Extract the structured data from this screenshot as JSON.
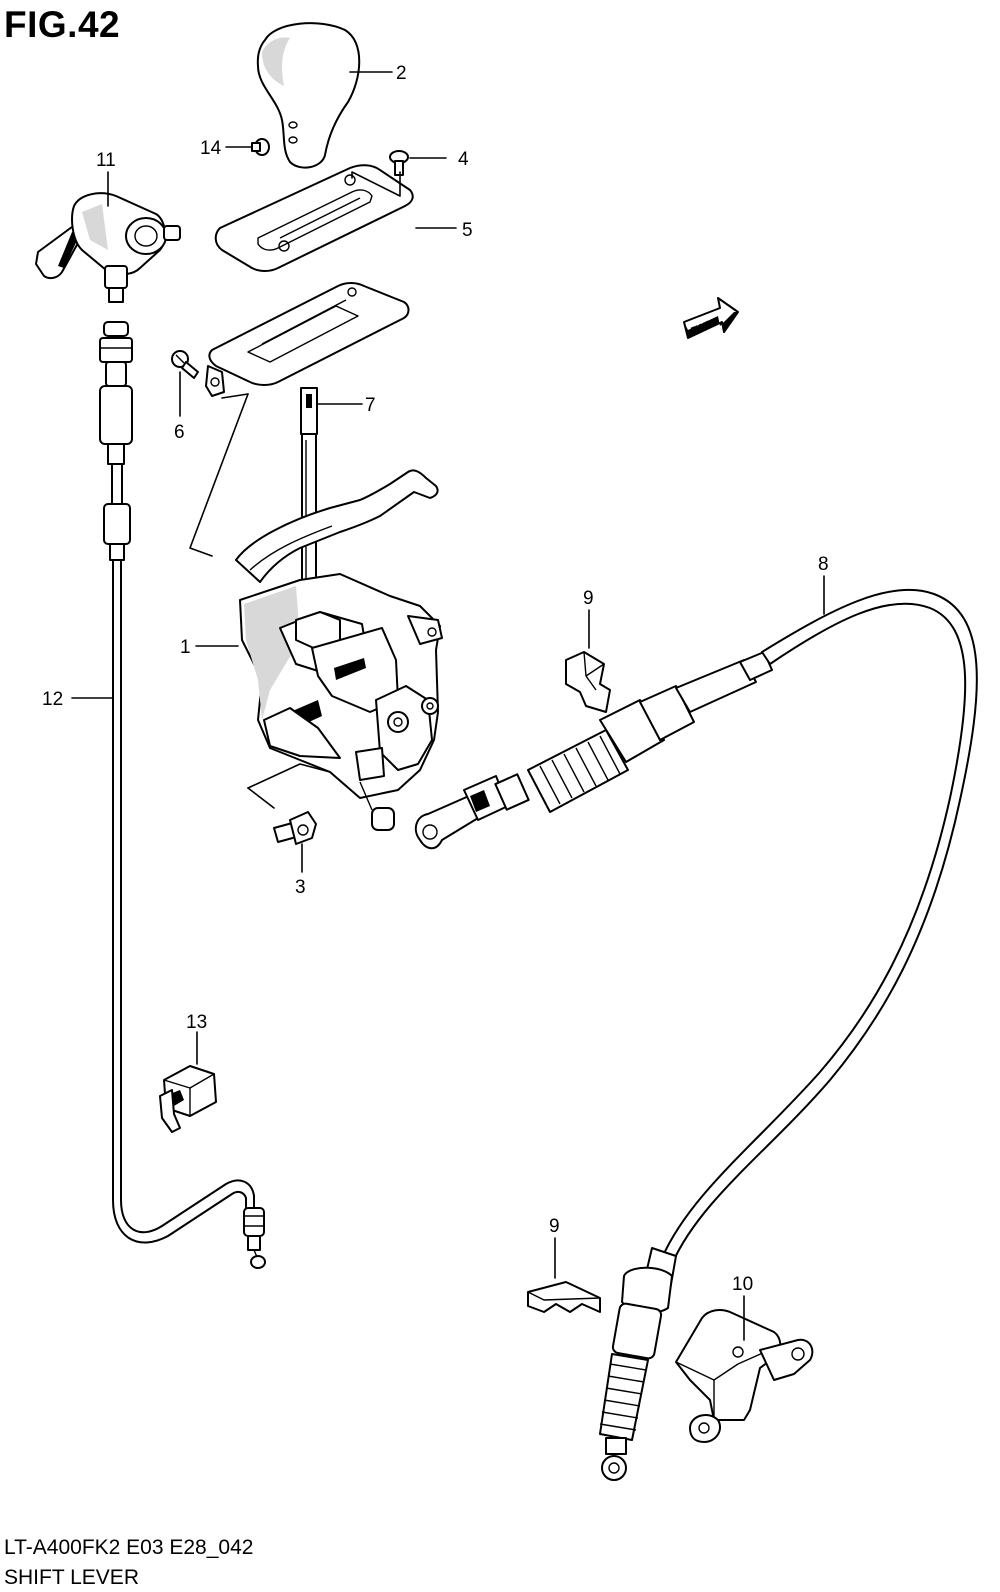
{
  "figure": {
    "title": "FIG.42",
    "model_code": "LT-A400FK2 E03 E28_042",
    "caption": "SHIFT LEVER"
  },
  "fwd_label": "FWD",
  "callouts": {
    "c1": "1",
    "c2": "2",
    "c3": "3",
    "c4": "4",
    "c5": "5",
    "c6": "6",
    "c7": "7",
    "c8": "8",
    "c9a": "9",
    "c9b": "9",
    "c10": "10",
    "c11": "11",
    "c12": "12",
    "c13": "13",
    "c14": "14"
  }
}
